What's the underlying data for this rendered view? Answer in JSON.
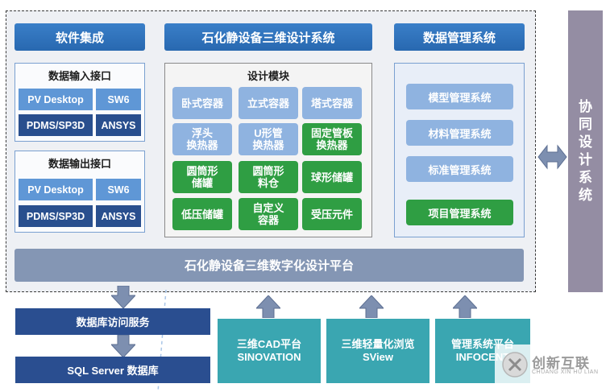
{
  "headers": {
    "software_integration": "软件集成",
    "main_system": "石化静设备三维设计系统",
    "data_management": "数据管理系统"
  },
  "input_interface": {
    "title": "数据输入接口",
    "buttons": [
      "PV Desktop",
      "SW6",
      "PDMS/SP3D",
      "ANSYS"
    ]
  },
  "output_interface": {
    "title": "数据输出接口",
    "buttons": [
      "PV Desktop",
      "SW6",
      "PDMS/SP3D",
      "ANSYS"
    ]
  },
  "design_modules": {
    "title": "设计模块",
    "items": [
      {
        "label": "卧式容器",
        "style": "light"
      },
      {
        "label": "立式容器",
        "style": "light"
      },
      {
        "label": "塔式容器",
        "style": "light"
      },
      {
        "label": "浮头\n换热器",
        "style": "light"
      },
      {
        "label": "U形管\n换热器",
        "style": "light"
      },
      {
        "label": "固定管板\n换热器",
        "style": "green"
      },
      {
        "label": "圆筒形\n储罐",
        "style": "green"
      },
      {
        "label": "圆筒形\n料仓",
        "style": "green"
      },
      {
        "label": "球形储罐",
        "style": "green"
      },
      {
        "label": "低压储罐",
        "style": "green"
      },
      {
        "label": "自定义\n容器",
        "style": "green"
      },
      {
        "label": "受压元件",
        "style": "green"
      }
    ]
  },
  "data_systems": [
    {
      "label": "模型管理系统",
      "style": "light"
    },
    {
      "label": "材料管理系统",
      "style": "light"
    },
    {
      "label": "标准管理系统",
      "style": "light"
    },
    {
      "label": "项目管理系统",
      "style": "green"
    }
  ],
  "platform": "石化静设备三维数字化设计平台",
  "collab": "协同设计系统",
  "services": {
    "db_access": "数据库访问服务",
    "sql": "SQL Server 数据库"
  },
  "platforms": [
    "三维CAD平台\nSINOVATION",
    "三维轻量化浏览\nSView",
    "管理系统平台\nINFOCENT"
  ],
  "watermark": {
    "name": "创新互联",
    "subtitle": "CHUANG XIN HU LIAN"
  },
  "colors": {
    "header_blue": "#2d6fb8",
    "module_light": "#8fb3e0",
    "module_green": "#2f9e43",
    "platform_gray": "#8496b4",
    "collab_purple": "#948da3",
    "service_navy": "#2a4e90",
    "platform_teal": "#3aa6b1"
  }
}
